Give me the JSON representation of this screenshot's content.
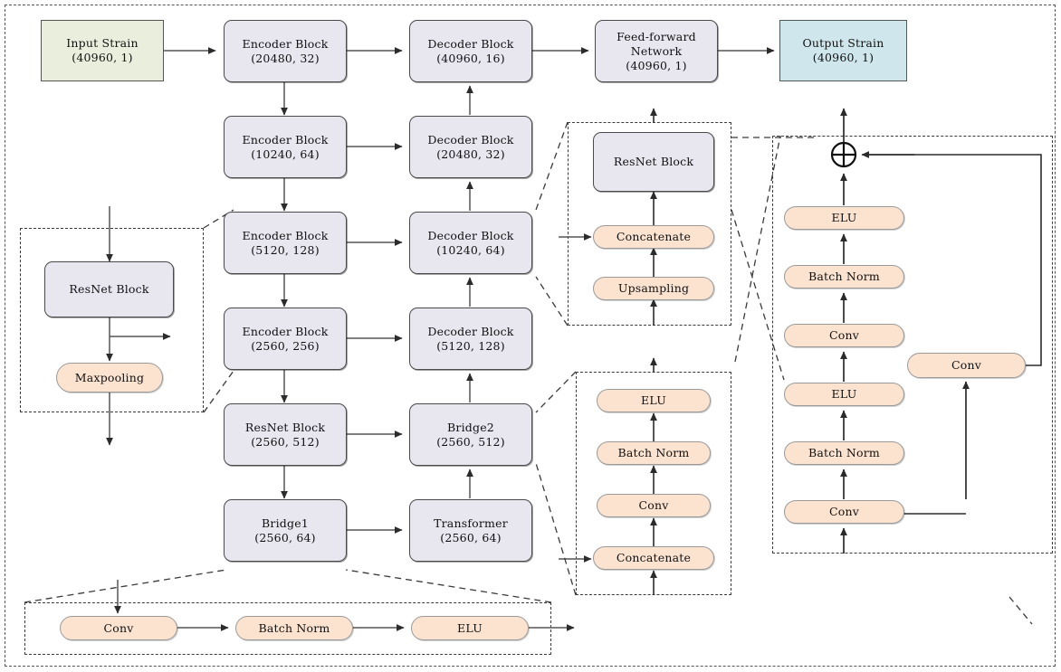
{
  "figure": {
    "title": "Neural network architecture diagram",
    "type": "diagram"
  },
  "colors": {
    "input_box": "#e9efdc",
    "output_box": "#cfe6ec",
    "block_box": "#e8e6ef",
    "op_pill": "#fbe3d0",
    "stroke": "#4a4a4a",
    "dashed": "#3a3a3a"
  },
  "main_flow": {
    "input": {
      "label": "Input Strain",
      "shape": "(40960, 1)"
    },
    "encoder": [
      {
        "label": "Encoder Block",
        "shape": "(20480, 32)"
      },
      {
        "label": "Encoder Block",
        "shape": "(10240, 64)"
      },
      {
        "label": "Encoder Block",
        "shape": "(5120, 128)"
      },
      {
        "label": "Encoder Block",
        "shape": "(2560, 256)"
      },
      {
        "label": "ResNet Block",
        "shape": "(2560, 512)"
      },
      {
        "label": "Bridge1",
        "shape": "(2560, 64)"
      }
    ],
    "decoder": [
      {
        "label": "Decoder Block",
        "shape": "(40960, 16)"
      },
      {
        "label": "Decoder Block",
        "shape": "(20480, 32)"
      },
      {
        "label": "Decoder Block",
        "shape": "(10240, 64)"
      },
      {
        "label": "Decoder Block",
        "shape": "(5120, 128)"
      },
      {
        "label": "Bridge2",
        "shape": "(2560, 512)"
      },
      {
        "label": "Transformer",
        "shape": "(2560, 64)"
      }
    ],
    "feed_forward": {
      "label": "Feed-forward",
      "label2": "Network",
      "shape": "(40960, 1)"
    },
    "output": {
      "label": "Output Strain",
      "shape": "(40960, 1)"
    }
  },
  "encoder_detail": {
    "resnet": "ResNet Block",
    "maxpool": "Maxpooling"
  },
  "decoder_detail": {
    "resnet": "ResNet Block",
    "concat": "Concatenate",
    "upsample": "Upsampling"
  },
  "bridge2_detail": {
    "elu": "ELU",
    "batchnorm": "Batch Norm",
    "conv": "Conv",
    "concat": "Concatenate"
  },
  "resnet_detail": {
    "add_symbol": "circle-plus",
    "elu_top": "ELU",
    "bn_top": "Batch Norm",
    "conv_top": "Conv",
    "elu_bottom": "ELU",
    "bn_bottom": "Batch Norm",
    "conv_bottom": "Conv",
    "conv_skip": "Conv"
  },
  "bridge1_detail": {
    "conv": "Conv",
    "batchnorm": "Batch Norm",
    "elu": "ELU"
  }
}
